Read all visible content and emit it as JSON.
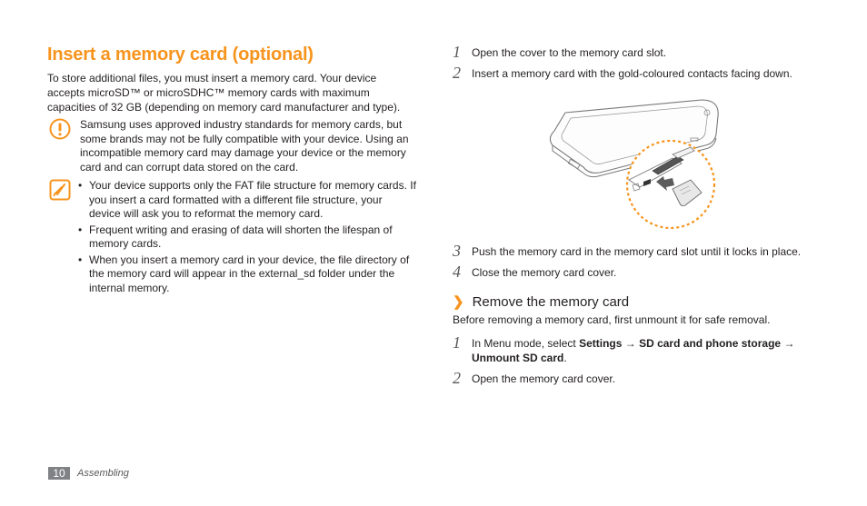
{
  "title": "Insert a memory card (optional)",
  "intro": "To store additional files, you must insert a memory card. Your device accepts microSD™ or microSDHC™ memory cards with maximum capacities of 32 GB (depending on memory card manufacturer and type).",
  "caution": {
    "icon": "caution-icon",
    "text": "Samsung uses approved industry standards for memory cards, but some brands may not be fully compatible with your device. Using an incompatible memory card may damage your device or the memory card and can corrupt data stored on the card."
  },
  "note": {
    "icon": "note-icon",
    "items": [
      "Your device supports only the FAT file structure for memory cards. If you insert a card formatted with a different file structure, your device will ask you to reformat the memory card.",
      "Frequent writing and erasing of data will shorten the lifespan of memory cards.",
      "When you insert a memory card in your device, the file directory of the memory card will appear in the external_sd folder under the internal memory."
    ]
  },
  "insert_steps": [
    {
      "num": "1",
      "text": "Open the cover to the memory card slot."
    },
    {
      "num": "2",
      "text": "Insert a memory card with the gold-coloured contacts facing down."
    },
    {
      "num": "3",
      "text": "Push the memory card in the memory card slot until it locks in place."
    },
    {
      "num": "4",
      "text": "Close the memory card cover."
    }
  ],
  "remove": {
    "chevron": "❯",
    "heading": "Remove the memory card",
    "subtitle": "Before removing a memory card, first unmount it for safe removal.",
    "step1": {
      "num": "1",
      "prefix": "In Menu mode, select ",
      "settings": "Settings",
      "arrow1": " → ",
      "sd": "SD card and phone storage",
      "arrow2": " → ",
      "unmount": "Unmount SD card",
      "end": "."
    },
    "step2": {
      "num": "2",
      "text": "Open the memory card cover."
    }
  },
  "footer": {
    "page": "10",
    "section": "Assembling"
  },
  "colors": {
    "accent": "#f7941d",
    "text": "#231f20",
    "footer_bg": "#808285"
  }
}
